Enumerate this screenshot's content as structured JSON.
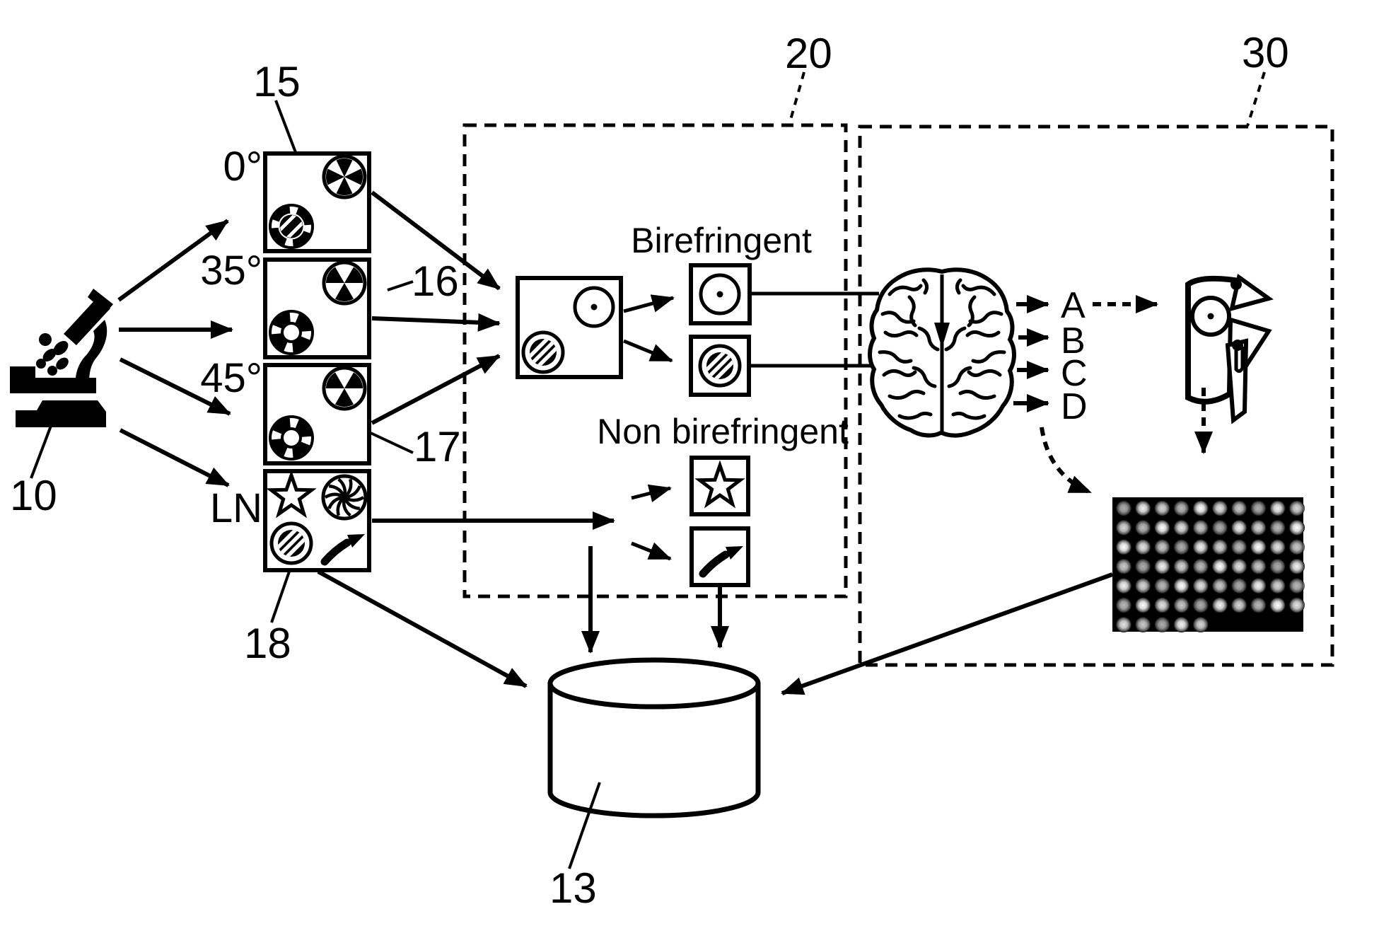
{
  "figure": {
    "type": "patent-schematic",
    "background_color": "#ffffff",
    "ink_color": "#000000"
  },
  "ref_labels": {
    "microscope": "10",
    "database": "13",
    "filter_stack": "15",
    "combined_sample_box": "16",
    "stack_leader": "17",
    "ln_box": "18",
    "region_20": "20",
    "region_30": "30"
  },
  "sample_boxes": [
    {
      "label": "0°"
    },
    {
      "label": "35°"
    },
    {
      "label": "45°"
    },
    {
      "label": "LN"
    }
  ],
  "classification": {
    "birefringent_label": "Birefringent",
    "non_birefringent_label": "Non birefringent"
  },
  "outputs": [
    "A",
    "B",
    "C",
    "D"
  ],
  "microarray": {
    "rows": 7,
    "cols": 10,
    "last_row_cols": 5
  },
  "icons": {
    "microscope": "microscope-icon",
    "database": "database-cylinder-icon",
    "brain": "brain-icon",
    "caliper": "caliper-gauge-icon",
    "microarray": "microarray-image",
    "sample_glyphs": [
      "pinwheel-4-icon",
      "pinwheel-6-icon",
      "life-ring-icon",
      "hatched-circle-icon",
      "hatched-notched-circle-icon",
      "circle-dot-icon",
      "star-icon",
      "turbine-icon",
      "boomerang-icon"
    ]
  }
}
